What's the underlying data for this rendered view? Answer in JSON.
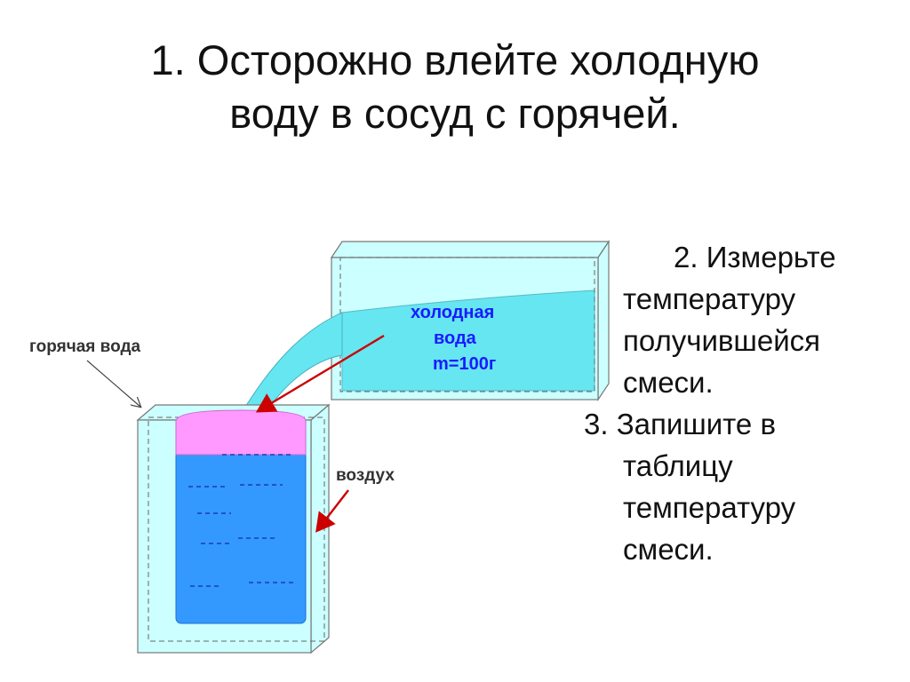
{
  "title": {
    "line1": "1. Осторожно влейте холодную",
    "line2": "воду в сосуд с горячей."
  },
  "diagram": {
    "hot_water_label": "горячая вода",
    "air_label": "воздух",
    "cold_water_label_line1": "холодная",
    "cold_water_label_line2": "вода",
    "cold_water_label_line3": "m=100г",
    "colors": {
      "vessel_glass": "#ccffff",
      "cold_water": "#66e6f0",
      "hot_layer": "#ff99ff",
      "mixed_water": "#3399ff",
      "arrow": "#cc0000",
      "label_blue": "#1a1aff"
    }
  },
  "steps": {
    "step2_line1": "2. Измерьте",
    "step2_line2": "температуру",
    "step2_line3": "получившейся",
    "step2_line4": "смеси.",
    "step3_line1": "3. Запишите в",
    "step3_line2": "таблицу",
    "step3_line3": "температуру",
    "step3_line4": "смеси."
  }
}
